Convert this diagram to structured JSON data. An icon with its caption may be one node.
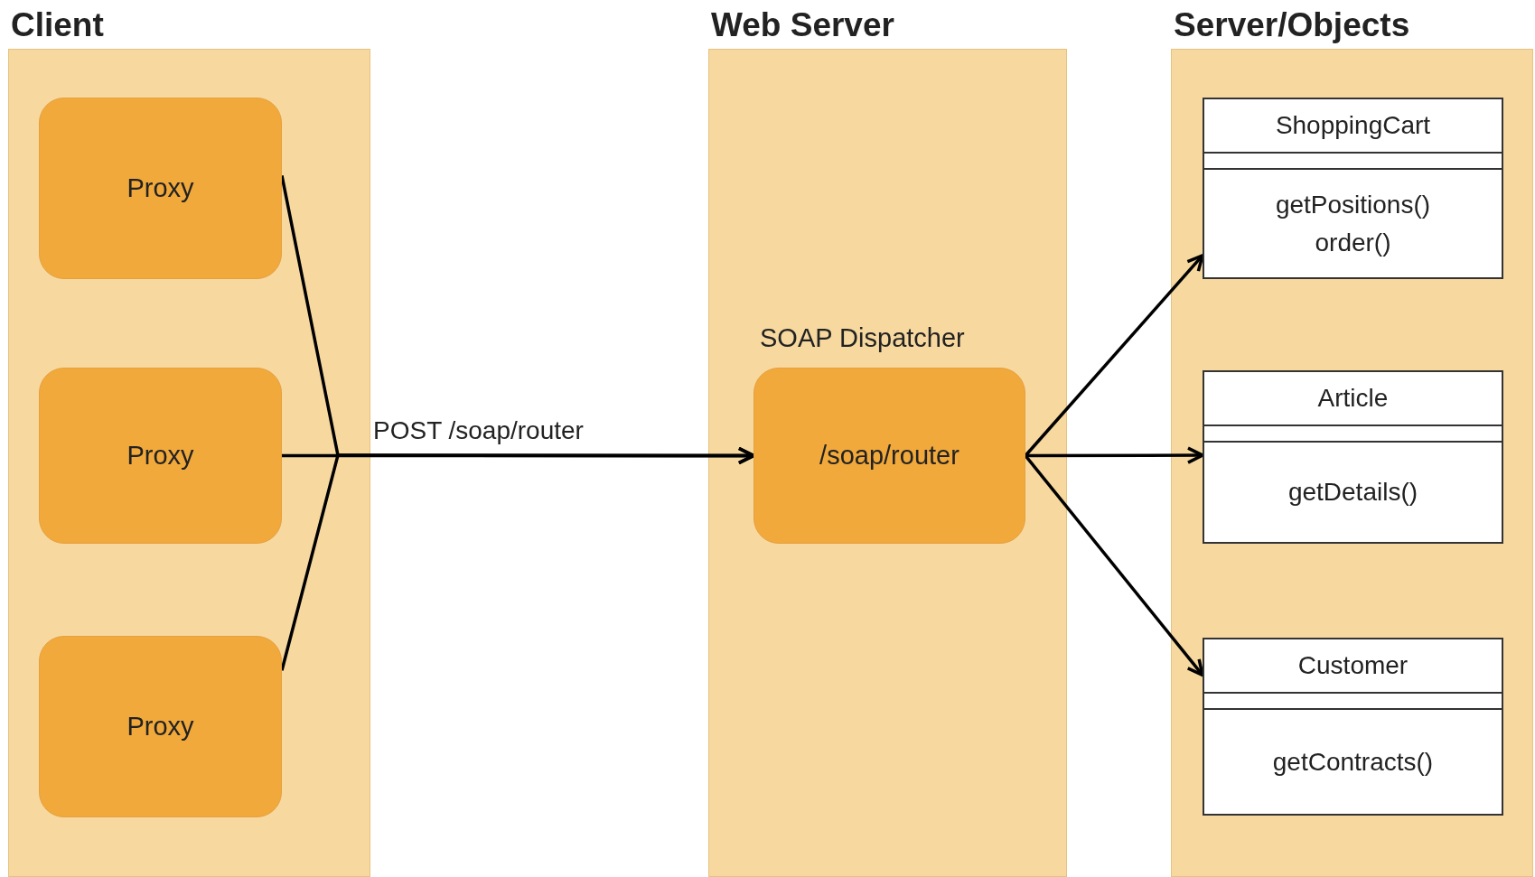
{
  "diagram": {
    "nodes": [
      {
        "text": [
          "Client"
        ]
      },
      {
        "text": [
          "Proxy"
        ],
        "in": 0
      },
      {
        "text": [
          "Proxy"
        ],
        "in": 0
      },
      {
        "text": [
          "Proxy"
        ],
        "in": 0
      },
      {
        "text": [
          "Web Server"
        ]
      },
      {
        "text": [
          "SOAP Dispatcher",
          "/soap/router"
        ],
        "in": 4
      },
      {
        "text": [
          "Server/Objects"
        ]
      },
      {
        "text": [
          "ShoppingCart",
          "getPositions()",
          "order()"
        ],
        "in": 6
      },
      {
        "text": [
          "Article",
          "getDetails()"
        ],
        "in": 6
      },
      {
        "text": [
          "Customer",
          "getContracts()"
        ],
        "in": 6
      }
    ],
    "edges": [
      {
        "from": 1,
        "to": 5,
        "arrow": "to"
      },
      {
        "from": 2,
        "to": 5,
        "arrow": "to",
        "label": "POST /soap/router"
      },
      {
        "from": 3,
        "to": 5,
        "arrow": "to"
      },
      {
        "from": 5,
        "to": 7,
        "arrow": "to"
      },
      {
        "from": 5,
        "to": 8,
        "arrow": "to"
      },
      {
        "from": 5,
        "to": 9,
        "arrow": "to"
      }
    ]
  }
}
